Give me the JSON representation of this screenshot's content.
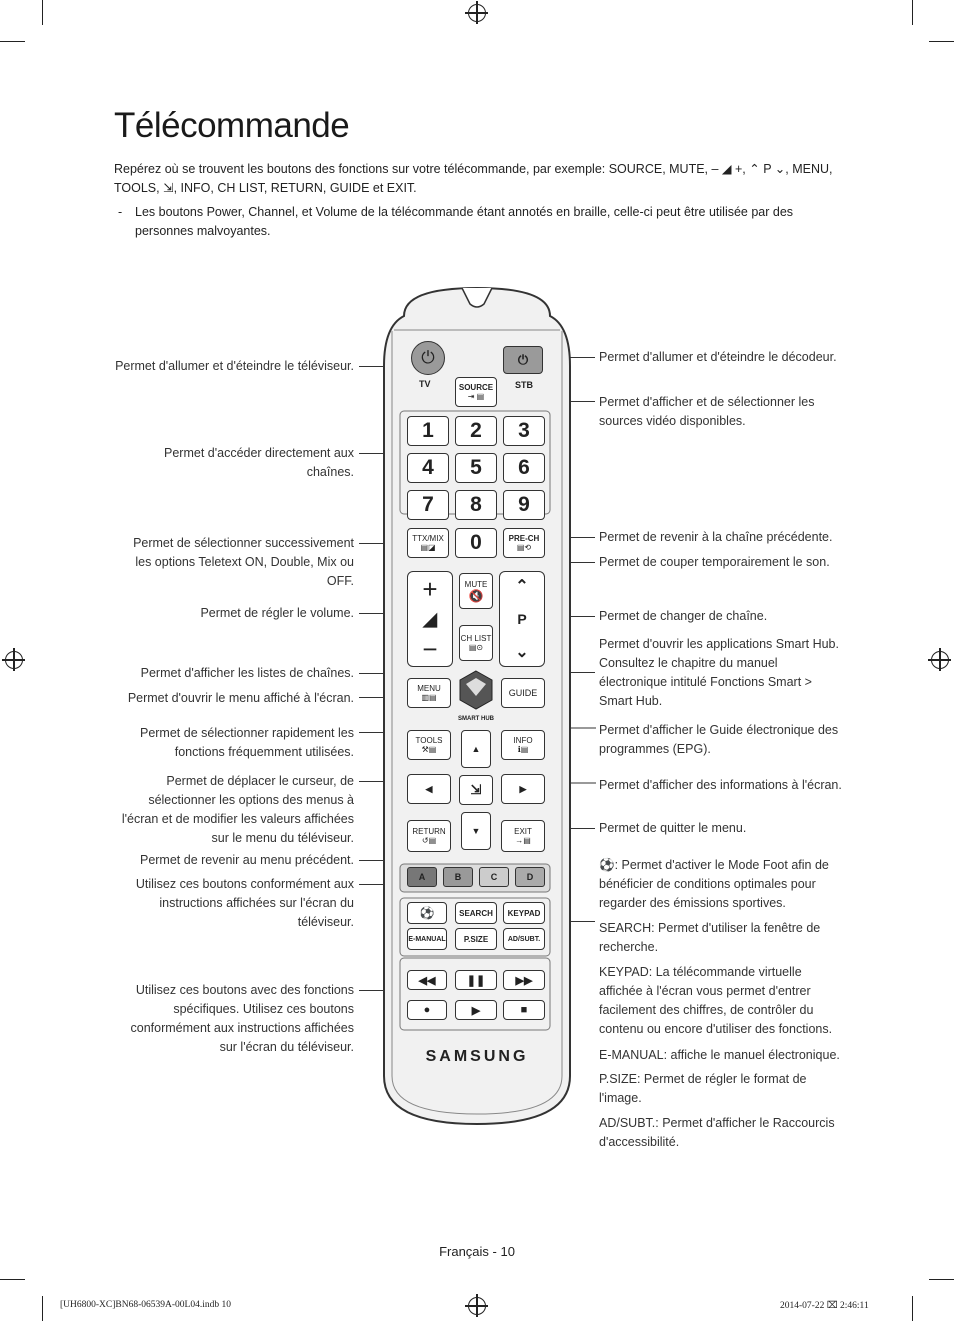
{
  "page": {
    "title": "Télécommande",
    "intro_text": "Repérez où se trouvent les boutons des fonctions sur votre télécommande, par exemple: SOURCE, MUTE, ‒ ◢ +, ⌃ P ⌄, MENU, TOOLS, ⇲, INFO, CH LIST, RETURN, GUIDE et EXIT.",
    "note_dash": "-",
    "note_text": "Les boutons Power, Channel, et Volume de la télécommande étant annotés en braille, celle-ci peut être utilisée par des personnes malvoyantes.",
    "footer": "Français - 10",
    "print_left": "[UH6800-XC]BN68-06539A-00L04.indb   10",
    "print_right": "2014-07-22   ⌧ 2:46:11"
  },
  "left_labels": [
    "Permet d'allumer et d'éteindre le téléviseur.",
    "Permet d'accéder directement aux chaînes.",
    "Permet de sélectionner successivement les options Teletext ON, Double, Mix ou OFF.",
    "Permet de régler le volume.",
    "Permet d'afficher les listes de chaînes.",
    "Permet d'ouvrir le menu affiché à l'écran.",
    "Permet de sélectionner rapidement les fonctions fréquemment utilisées.",
    "Permet de déplacer le curseur, de sélectionner les options des menus à l'écran et de modifier les valeurs affichées sur le menu du téléviseur.",
    "Permet de revenir au menu précédent.",
    "Utilisez ces boutons conformément aux instructions affichées sur l'écran du téléviseur.",
    "Utilisez ces boutons avec des fonctions spécifiques. Utilisez ces boutons conformément aux instructions affichées sur l'écran du téléviseur."
  ],
  "right_labels": [
    "Permet d'allumer et d'éteindre le décodeur.",
    "Permet d'afficher et de sélectionner les sources vidéo disponibles.",
    "Permet de revenir à la chaîne précédente.",
    "Permet de couper temporairement le son.",
    "Permet de changer de chaîne.",
    "Permet d'ouvrir les applications Smart Hub. Consultez le chapitre du manuel électronique intitulé Fonctions Smart > Smart Hub.",
    "Permet d'afficher le Guide électronique des programmes (EPG).",
    "Permet d'afficher des informations à l'écran.",
    "Permet de quitter le menu.",
    "⚽: Permet d'activer le Mode Foot afin de bénéficier de conditions optimales pour regarder des émissions sportives.",
    "SEARCH: Permet d'utiliser la fenêtre de recherche.",
    "KEYPAD: La télécommande virtuelle affichée à l'écran vous permet d'entrer facilement des chiffres, de contrôler du contenu ou encore d'utiliser des fonctions.",
    "E-MANUAL: affiche le manuel électronique.",
    "P.SIZE: Permet de régler le format de l'image.",
    "AD/SUBT.: Permet d'afficher le Raccourcis d'accessibilité."
  ],
  "remote": {
    "tv_label": "TV",
    "stb_label": "STB",
    "source_label": "SOURCE",
    "numbers": [
      "1",
      "2",
      "3",
      "4",
      "5",
      "6",
      "7",
      "8",
      "9"
    ],
    "zero": "0",
    "ttx_label": "TTX/MIX",
    "prech_label": "PRE-CH",
    "mute_label": "MUTE",
    "chlist_label": "CH LIST",
    "p_label": "P",
    "menu_label": "MENU",
    "guide_label": "GUIDE",
    "smarthub_label": "SMART HUB",
    "tools_label": "TOOLS",
    "info_label": "INFO",
    "return_label": "RETURN",
    "exit_label": "EXIT",
    "color_keys": [
      "A",
      "B",
      "C",
      "D"
    ],
    "search_label": "SEARCH",
    "keypad_label": "KEYPAD",
    "emanual_label": "E-MANUAL",
    "psize_label": "P.SIZE",
    "adsubt_label": "AD/SUBT.",
    "brand": "SAMSUNG"
  },
  "colors": {
    "text": "#222222",
    "key_color_buttons": "#777777",
    "power_button": "#9a9a9a"
  }
}
